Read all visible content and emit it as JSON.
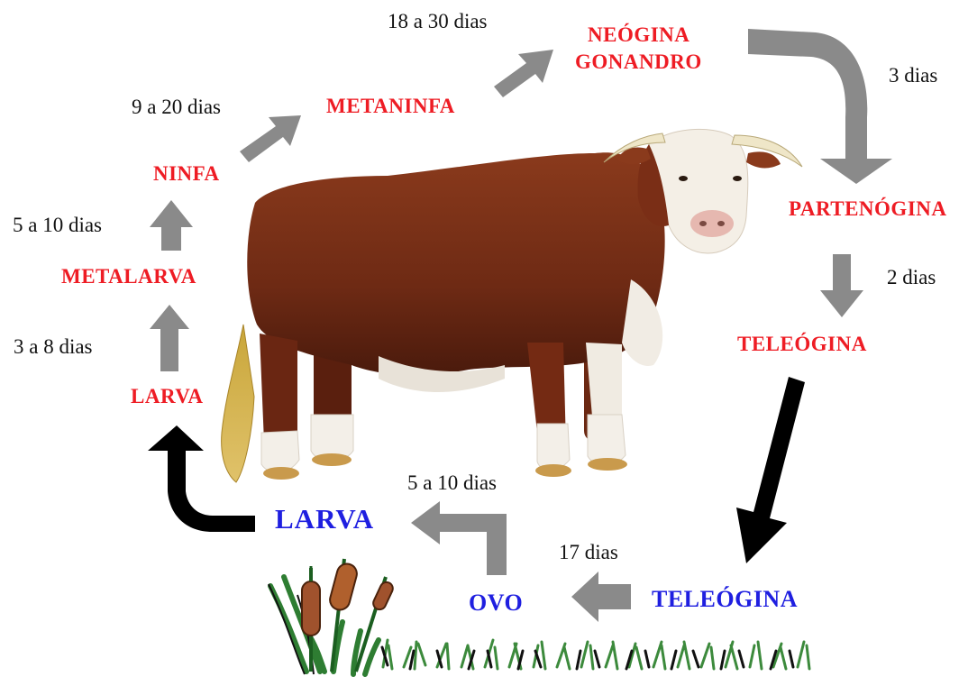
{
  "stages": {
    "metaninfa": "METANINFA",
    "neogina": "NEÓGINA",
    "gonandro": "GONANDRO",
    "partenogina": "PARTENÓGINA",
    "teleogina_host": "TELEÓGINA",
    "teleogina_ground": "TELEÓGINA",
    "ovo": "OVO",
    "larva_ground": "LARVA",
    "larva_host": "LARVA",
    "metalarva": "METALARVA",
    "ninfa": "NINFA"
  },
  "durations": {
    "neogina": "18 a 30 dias",
    "metaninfa": "9 a 20 dias",
    "partenogina": "3 dias",
    "teleogina": "2 dias",
    "ovo": "17 dias",
    "larva_ground": "5 a 10 dias",
    "ninfa": "5 a 10 dias",
    "metalarva": "3 a 8 dias"
  },
  "colors": {
    "host_stage": "#ee1c24",
    "ground_stage": "#1f1fe0",
    "arrow": "#8a8a8a",
    "arrow_attach": "#000000"
  },
  "icons": [
    "bull-icon",
    "cattail-plant-icon",
    "grass-icon",
    "arrow-icon"
  ]
}
